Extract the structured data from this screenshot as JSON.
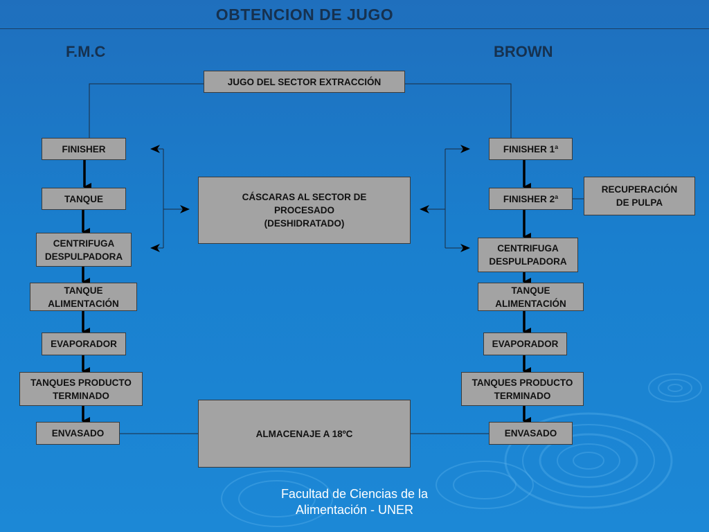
{
  "title": "OBTENCION DE JUGO",
  "left_column_label": "F.M.C",
  "right_column_label": "BROWN",
  "boxes": {
    "jugo_extraccion": "JUGO DEL SECTOR EXTRACCIÓN",
    "fmc_finisher": "FINISHER",
    "fmc_tanque": "TANQUE",
    "fmc_centrifuga": "CENTRIFUGA\nDESPULPADORA",
    "fmc_tanque_alimentacion": "TANQUE\nALIMENTACIÓN",
    "fmc_evaporador": "EVAPORADOR",
    "fmc_tanques_producto": "TANQUES PRODUCTO\nTERMINADO",
    "fmc_envasado": "ENVASADO",
    "cascaras": "CÁSCARAS AL SECTOR DE\nPROCESADO\n(DESHIDRATADO)",
    "almacenaje": "ALMACENAJE A 18ºC",
    "brown_finisher_1": "FINISHER 1ª",
    "brown_finisher_2": "FINISHER 2ª",
    "recuperacion_pulpa": "RECUPERACIÓN\nDE PULPA",
    "brown_centrifuga": "CENTRIFUGA\nDESPULPADORA",
    "brown_tanque_alimentacion": "TANQUE\nALIMENTACIÓN",
    "brown_evaporador": "EVAPORADOR",
    "brown_tanques_producto": "TANQUES PRODUCTO\nTERMINADO",
    "brown_envasado": "ENVASADO"
  },
  "footer": "Facultad de Ciencias de la\nAlimentación - UNER",
  "colors": {
    "background": "#1a7fce",
    "box_fill": "#a3a3a3",
    "box_border": "#3a3a3a",
    "title_text": "#16314f",
    "connector": "#1b2b3f",
    "thick_arrow": "#000000"
  }
}
